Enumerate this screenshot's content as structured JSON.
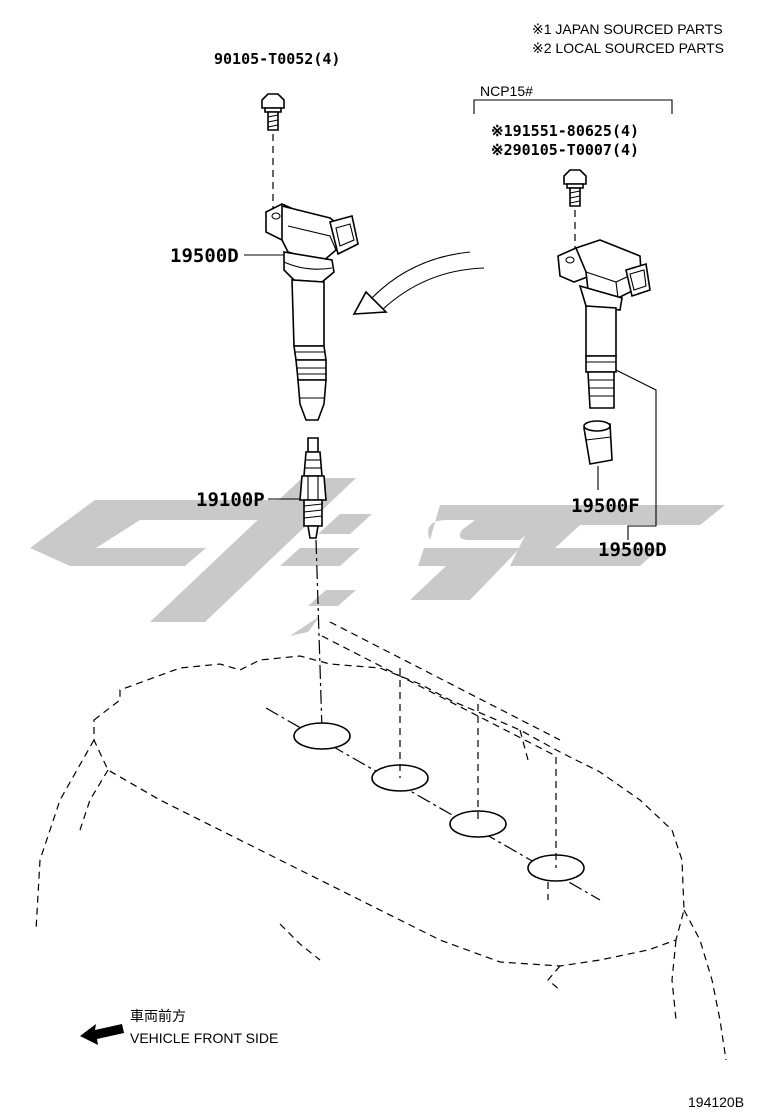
{
  "notes": {
    "line1": "※1 JAPAN SOURCED PARTS",
    "line2": "※2 LOCAL SOURCED PARTS"
  },
  "variant_bracket": {
    "label": "NCP15#"
  },
  "parts": {
    "bolt_left": "90105-T0052(4)",
    "bolt_right_1": "※191551-80625(4)",
    "bolt_right_2": "※290105-T0007(4)",
    "coil_left": "19500D",
    "plug": "19100P",
    "coil_right_sub": "19500F",
    "coil_right": "19500D"
  },
  "direction": {
    "jp": "車両前方",
    "en": "VEHICLE FRONT SIDE",
    "icon": "arrow-left-icon"
  },
  "figure_id": "194120B"
}
